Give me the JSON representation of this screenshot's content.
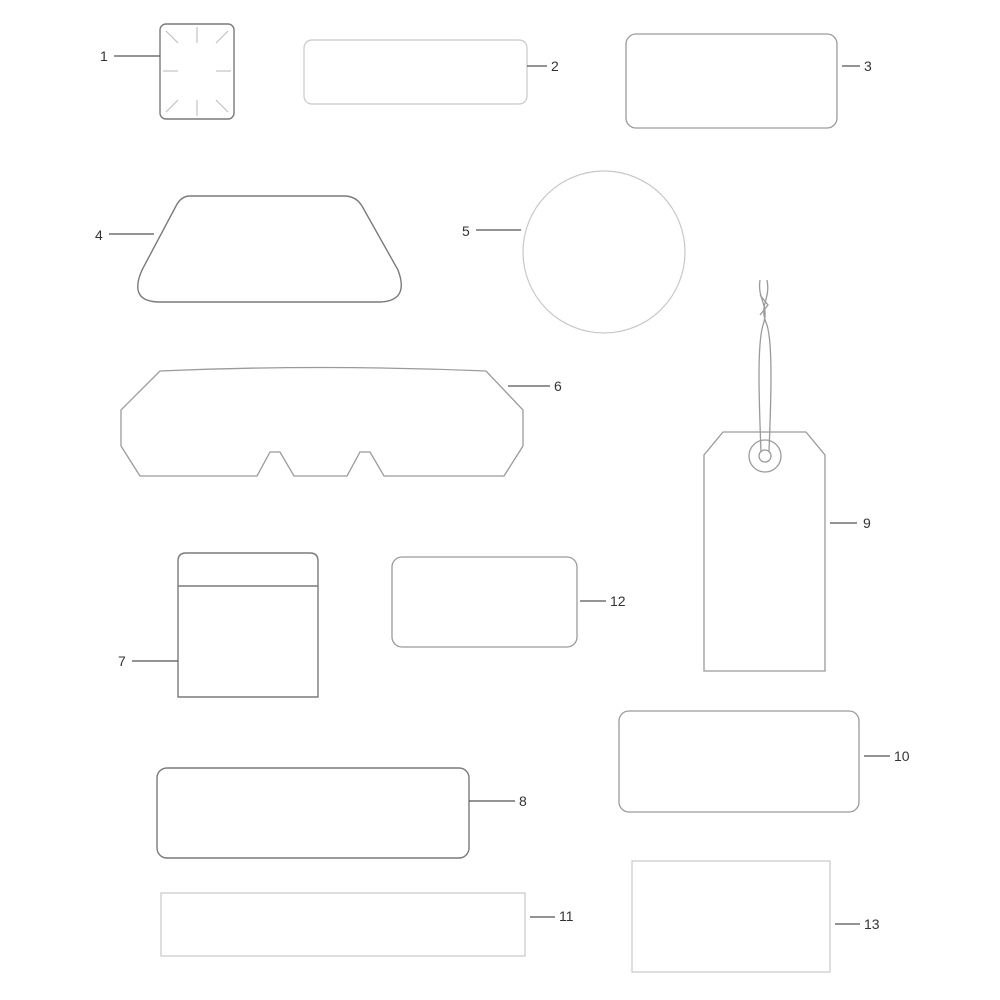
{
  "diagram": {
    "items": [
      {
        "id": "tag-1",
        "label": "1"
      },
      {
        "id": "tag-2",
        "label": "2"
      },
      {
        "id": "tag-3",
        "label": "3"
      },
      {
        "id": "tag-4",
        "label": "4"
      },
      {
        "id": "tag-5",
        "label": "5"
      },
      {
        "id": "tag-6",
        "label": "6"
      },
      {
        "id": "tag-7",
        "label": "7"
      },
      {
        "id": "tag-8",
        "label": "8"
      },
      {
        "id": "tag-9",
        "label": "9"
      },
      {
        "id": "tag-10",
        "label": "10"
      },
      {
        "id": "tag-11",
        "label": "11"
      },
      {
        "id": "tag-12",
        "label": "12"
      },
      {
        "id": "tag-13",
        "label": "13"
      }
    ]
  }
}
